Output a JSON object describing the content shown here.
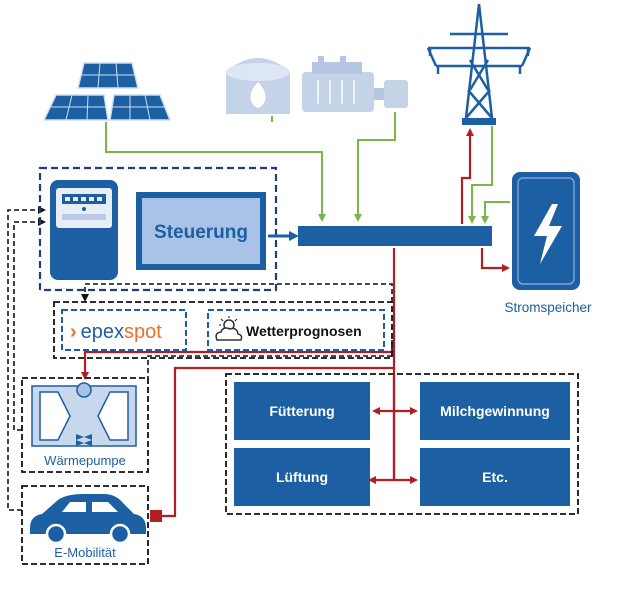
{
  "controller": {
    "label": "Steuerung"
  },
  "storage": {
    "label": "Stromspeicher"
  },
  "market": {
    "brand_prefix": "epex",
    "brand_suffix": "spot"
  },
  "weather": {
    "label": "Wetterprognosen"
  },
  "heatpump": {
    "label": "Wärmepumpe"
  },
  "emobility": {
    "label": "E-Mobilität"
  },
  "consumers": [
    {
      "label": "Fütterung"
    },
    {
      "label": "Milchgewinnung"
    },
    {
      "label": "Lüftung"
    },
    {
      "label": "Etc."
    }
  ],
  "colors": {
    "primary": "#1d5fa3",
    "light_blue": "#a9c3e8",
    "green_line": "#7ab648",
    "red_line": "#b21e23",
    "epex_orange": "#e9722b",
    "dashed_border": "#111111"
  },
  "icons": [
    "solar-panel-icon",
    "biogas-plant-icon",
    "generator-icon",
    "power-pylon-icon",
    "lightning-icon",
    "electricity-meter-icon",
    "cloud-sun-icon",
    "heat-exchanger-icon",
    "car-icon"
  ]
}
